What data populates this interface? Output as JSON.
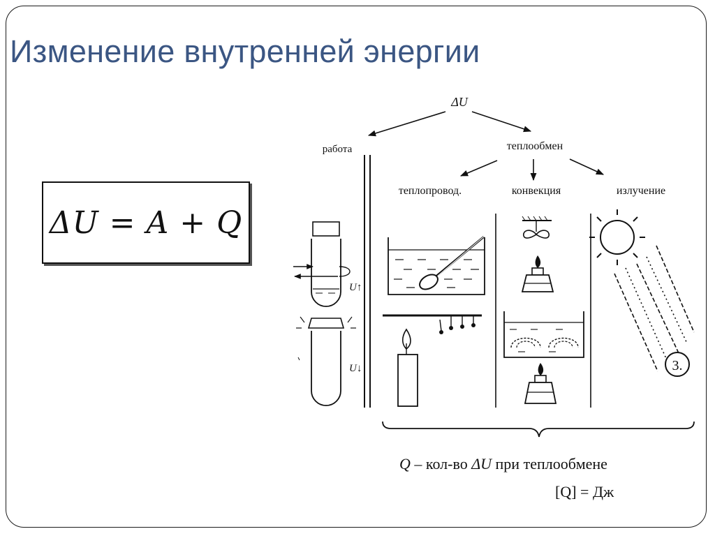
{
  "slide": {
    "title": "Изменение внутренней энергии"
  },
  "formula": {
    "text": "ΔU = A + Q"
  },
  "diagram": {
    "root_label": "ΔU",
    "branch_work": "работа",
    "branch_heat_exchange": "теплообмен",
    "heat_conduction": "теплопровод.",
    "convection": "конвекция",
    "radiation": "излучение",
    "u_up_label": "U↑",
    "u_down_label": "U↓",
    "circle_number": "3."
  },
  "caption": {
    "q_symbol": "Q",
    "q_text": "– кол-во",
    "delta_u": "ΔU",
    "q_suffix": "при теплообмене",
    "unit": "[Q] = Дж"
  },
  "colors": {
    "title": "#3b5683",
    "ink": "#111111"
  }
}
